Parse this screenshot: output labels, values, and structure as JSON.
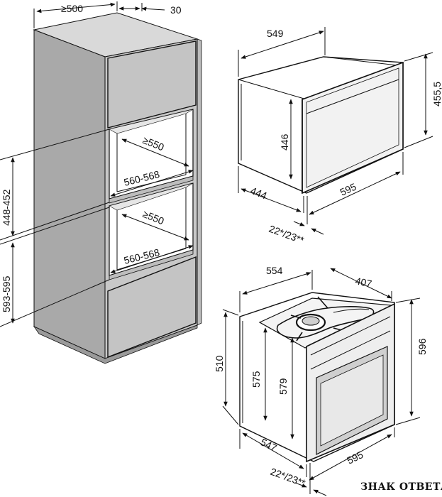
{
  "cabinet": {
    "depth_min": "≥500",
    "back_gap": "30",
    "niche1_depth": "≥550",
    "niche1_width": "560-568",
    "niche2_depth": "≥550",
    "niche2_width": "560-568",
    "niche_upper_height": "448-452",
    "niche_lower_height": "593-595"
  },
  "compact_oven": {
    "depth": "549",
    "height": "455,5",
    "inner_height": "446",
    "body_depth": "444",
    "width": "595",
    "door": "22*/23**"
  },
  "full_oven": {
    "depth": "554",
    "hob_width": "407",
    "height": "596",
    "body_height": "510",
    "inner_height_1": "575",
    "inner_height_2": "579",
    "body_depth": "547",
    "width": "595",
    "door": "22*/23**"
  },
  "watermark": "ЗНАК ОТВЕТА"
}
